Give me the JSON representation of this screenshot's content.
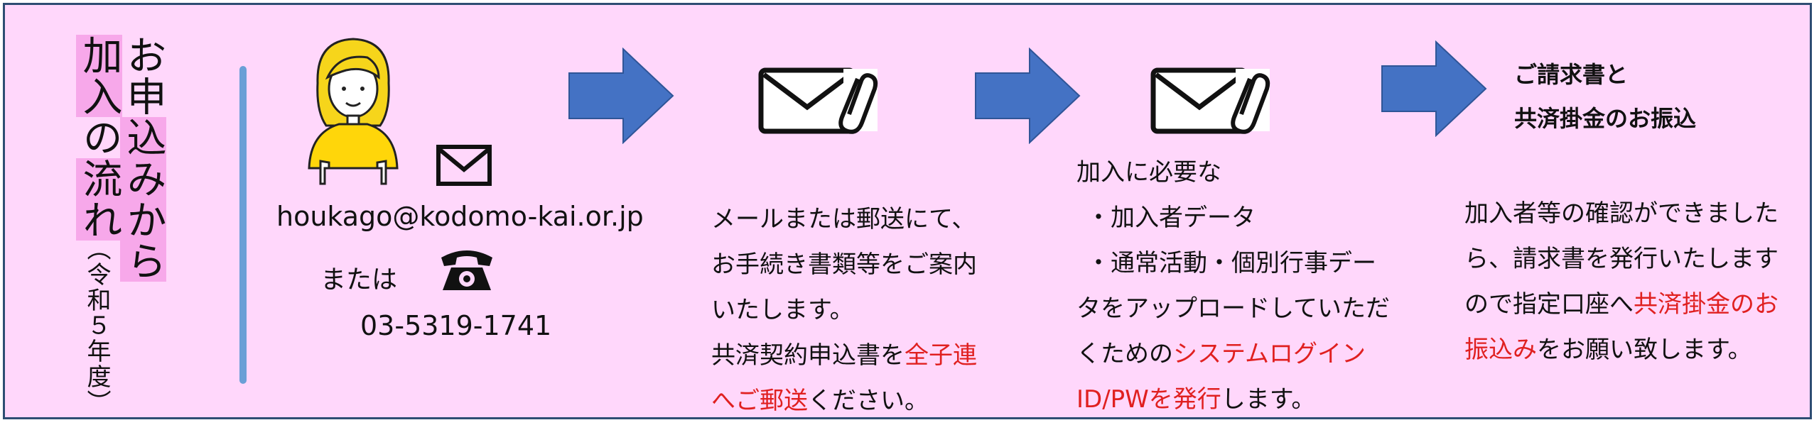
{
  "title": {
    "col1_a": "お申",
    "col1_b": "込",
    "col1_c": "みから",
    "col2_a": "加入",
    "col2_b": "の",
    "col2_c": "流",
    "col2_d": "れ",
    "year": "（令和５年度）"
  },
  "contact": {
    "email": "houkago@kodomo-kai.or.jp",
    "or_label": "または",
    "phone": "03-5319-1741"
  },
  "step1": {
    "line1": "メールまたは郵送にて、",
    "line2": "お手続き書類等をご案内",
    "line3": "いたします。",
    "line4_a": "共済契約申込書を",
    "line4_b": "全子連",
    "line5_a": "へご郵送",
    "line5_b": "ください。"
  },
  "step2": {
    "line1": "加入に必要な",
    "line2": "・加入者データ",
    "line3": "・通常活動・個別行事デー",
    "line4": "タをアップロードしていただ",
    "line5_a": "くための",
    "line5_b": "システムログイン",
    "line6_a": "ID/PWを発行",
    "line6_b": "します。"
  },
  "step3": {
    "heading1": "ご請求書と",
    "heading2": "共済掛金のお振込",
    "line1": "加入者等の確認ができました",
    "line2": "ら、請求書を発行いたします",
    "line3_a": "ので指定口座へ",
    "line3_b": "共済掛金のお",
    "line4_a": "振込み",
    "line4_b": "をお願い致します。"
  },
  "icons": [
    "person-pointing-icon",
    "envelope-icon",
    "telephone-icon",
    "arrow-right-icon",
    "envelope-paperclip-icon"
  ],
  "colors": {
    "background": "#ffd7fb",
    "border": "#2e4d73",
    "arrow": "#4472c4",
    "accent": "#e02020",
    "highlight": "#f7a8ea",
    "divider": "#6a9fd6"
  }
}
